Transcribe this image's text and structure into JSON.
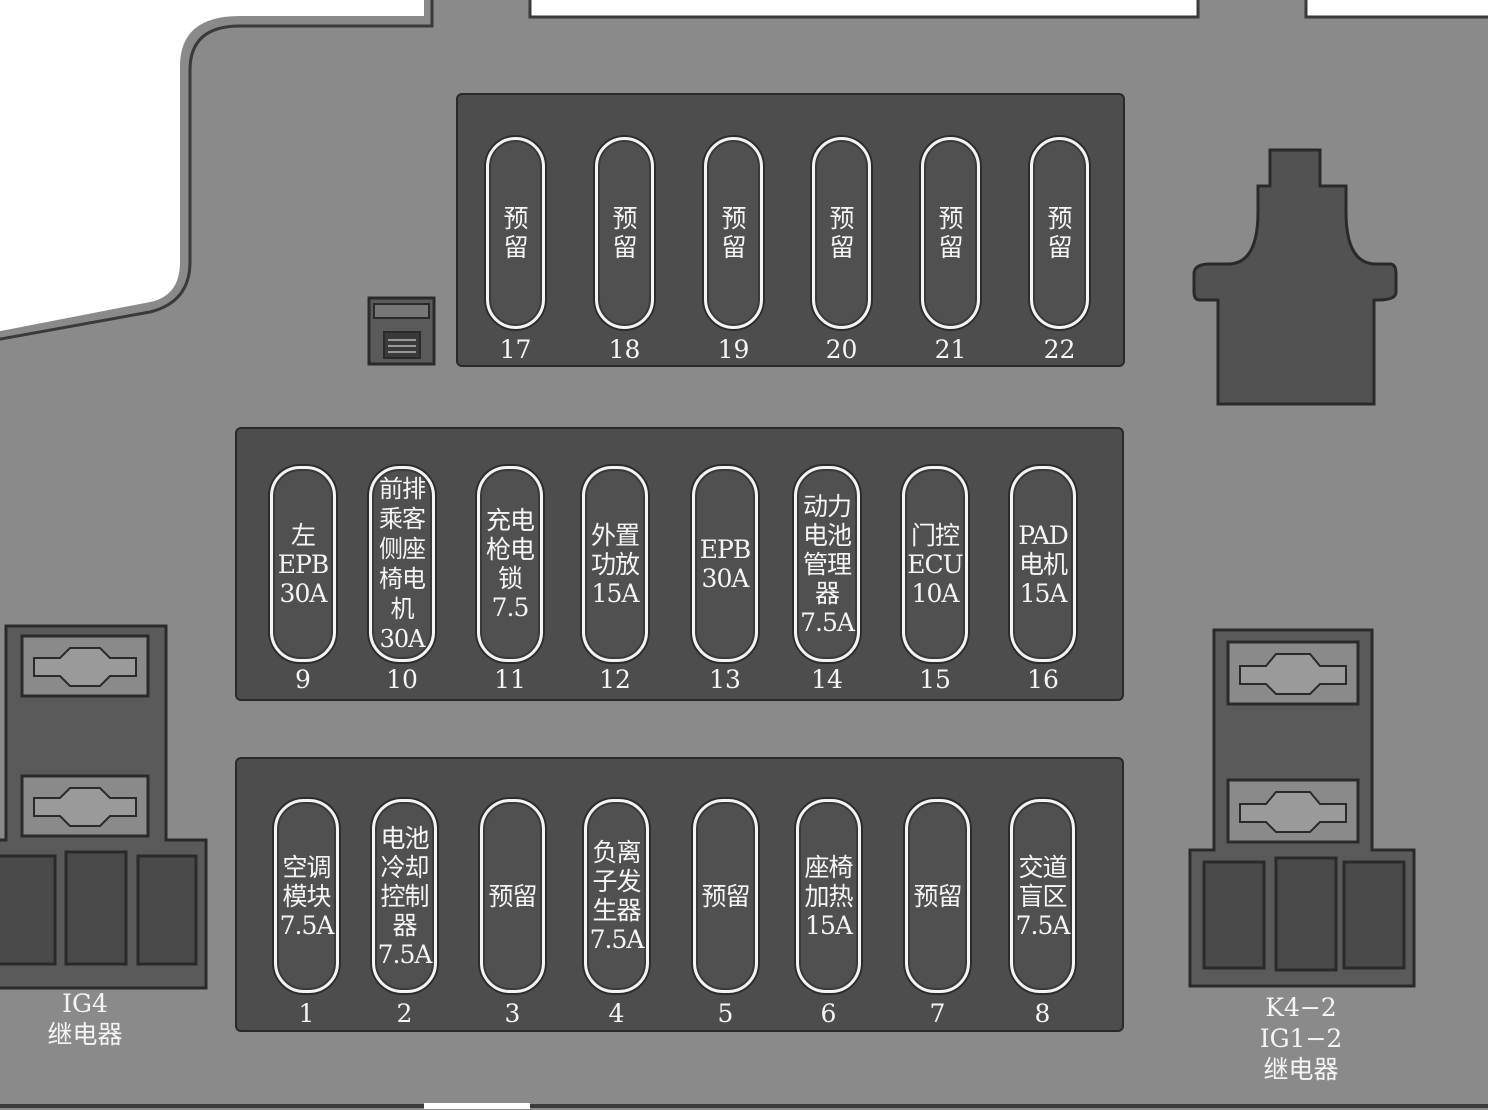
{
  "panel_top": {
    "fuses": [
      {
        "number": "17",
        "label": "预\n留"
      },
      {
        "number": "18",
        "label": "预\n留"
      },
      {
        "number": "19",
        "label": "预\n留"
      },
      {
        "number": "20",
        "label": "预\n留"
      },
      {
        "number": "21",
        "label": "预\n留"
      },
      {
        "number": "22",
        "label": "预\n留"
      }
    ]
  },
  "panel_middle": {
    "fuses": [
      {
        "number": "9",
        "label": "左\nEPB\n30A"
      },
      {
        "number": "10",
        "label": "前排\n乘客\n侧座\n椅电\n机\n30A"
      },
      {
        "number": "11",
        "label": "充电\n枪电\n锁\n7.5"
      },
      {
        "number": "12",
        "label": "外置\n功放\n15A"
      },
      {
        "number": "13",
        "label": "EPB\n30A"
      },
      {
        "number": "14",
        "label": "动力\n电池\n管理\n器\n7.5A"
      },
      {
        "number": "15",
        "label": "门控\nECU\n10A"
      },
      {
        "number": "16",
        "label": "PAD\n电机\n15A"
      }
    ]
  },
  "panel_bottom": {
    "fuses": [
      {
        "number": "1",
        "label": "空调\n模块\n7.5A"
      },
      {
        "number": "2",
        "label": "电池\n冷却\n控制\n器\n7.5A"
      },
      {
        "number": "3",
        "label": "预留"
      },
      {
        "number": "4",
        "label": "负离\n子发\n生器\n7.5A"
      },
      {
        "number": "5",
        "label": "预留"
      },
      {
        "number": "6",
        "label": "座椅\n加热\n15A"
      },
      {
        "number": "7",
        "label": "预留"
      },
      {
        "number": "8",
        "label": "交道\n盲区\n7.5A"
      }
    ]
  },
  "relays": {
    "left": {
      "label": "IG4\n继电器"
    },
    "right": {
      "label": "K4−2\nIG1−2\n继电器"
    }
  }
}
